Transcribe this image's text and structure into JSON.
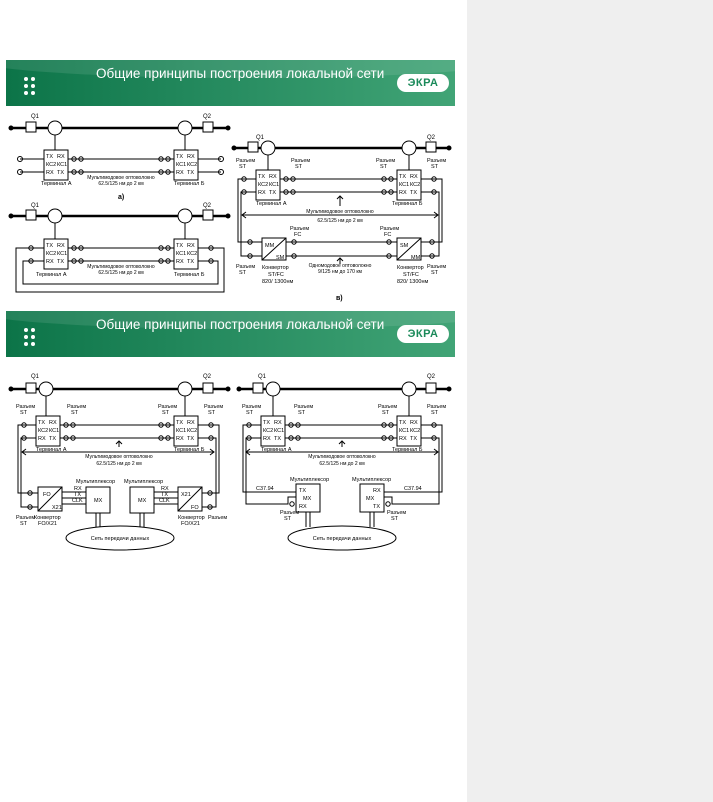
{
  "slides": [
    {
      "title": "Общие принципы построения локальной сети",
      "logo": "ЭКРА",
      "labels": {
        "q1": "Q1",
        "q2": "Q2",
        "terminal_a": "Терминал А",
        "terminal_b": "Терминал Б",
        "fiber_mm": "Мультимодовое оптоволокно",
        "fiber_mm_spec": "62.5/125 нм до 2 км",
        "fiber_sm": "Одномодовое оптоволокно",
        "fiber_sm_spec": "9/125 нм до 170 км",
        "connector_st": "Разъем",
        "st": "ST",
        "connector_fc": "Разъем",
        "fc": "FC",
        "converter": "Конвертор",
        "converter_type": "ST/FC",
        "converter_wave": "820/ 1300нм",
        "mm": "MM",
        "sm": "SM",
        "sub_a": "а)",
        "sub_v": "в)",
        "tx": "TX",
        "rx": "RX",
        "kc1": "КС1",
        "kc2": "КС2"
      }
    },
    {
      "title": "Общие принципы построения локальной сети",
      "logo": "ЭКРА",
      "labels": {
        "q1": "Q1",
        "q2": "Q2",
        "terminal_a": "Терминал А",
        "terminal_b": "Терминал Б",
        "fiber_mm": "Мультимодовое оптоволокно",
        "fiber_mm_spec": "62.5/125 нм до 2 км",
        "connector_st": "Разъем",
        "st": "ST",
        "multiplexer": "Мультиплексор",
        "converter": "Конвертор",
        "converter_type": "FO/X21",
        "fo": "FO",
        "x21": "X21",
        "mx": "MX",
        "clk": "CLK",
        "c3794": "C37.94",
        "network": "Сеть передачи данных",
        "tx": "TX",
        "rx": "RX",
        "kc1": "КС1",
        "kc2": "КС2"
      }
    }
  ]
}
